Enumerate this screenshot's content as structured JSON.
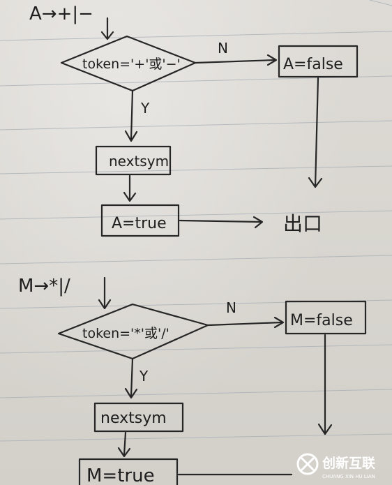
{
  "diagram_top": {
    "rule": "A→+|−",
    "decision": "token='+'或'−'",
    "yes_label": "Y",
    "no_label": "N",
    "false_box": "A=false",
    "action_box": "nextsym",
    "true_box": "A=true",
    "exit_label": "出口"
  },
  "diagram_bottom": {
    "rule": "M→*|/",
    "decision": "token='*'或'/'",
    "yes_label": "Y",
    "no_label": "N",
    "false_box": "M=false",
    "action_box": "nextsym",
    "true_box": "M=true"
  },
  "watermark": {
    "name": "创新互联",
    "sub": "CHUANG XIN HU LIAN"
  }
}
